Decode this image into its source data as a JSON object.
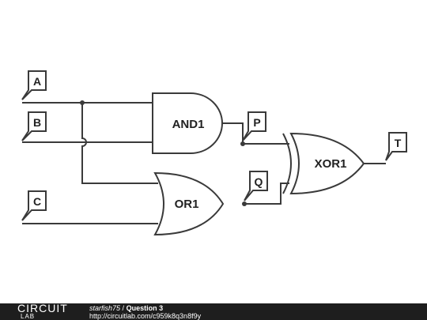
{
  "circuit": {
    "inputs": [
      "A",
      "B",
      "C"
    ],
    "nodes": [
      "P",
      "Q"
    ],
    "output": "T",
    "gates": [
      {
        "name": "AND1",
        "type": "AND"
      },
      {
        "name": "OR1",
        "type": "OR"
      },
      {
        "name": "XOR1",
        "type": "XOR"
      }
    ]
  },
  "footer": {
    "logo_top": "CIRCUIT",
    "logo_bottom": "LAB",
    "author": "starfish75",
    "separator": "/",
    "title": "Question 3",
    "url": "http://circuitlab.com/c959k8q3n8f9y"
  },
  "colors": {
    "wire": "#3a3a3a",
    "footer_bg": "#1e1e1e",
    "background": "#ffffff"
  }
}
